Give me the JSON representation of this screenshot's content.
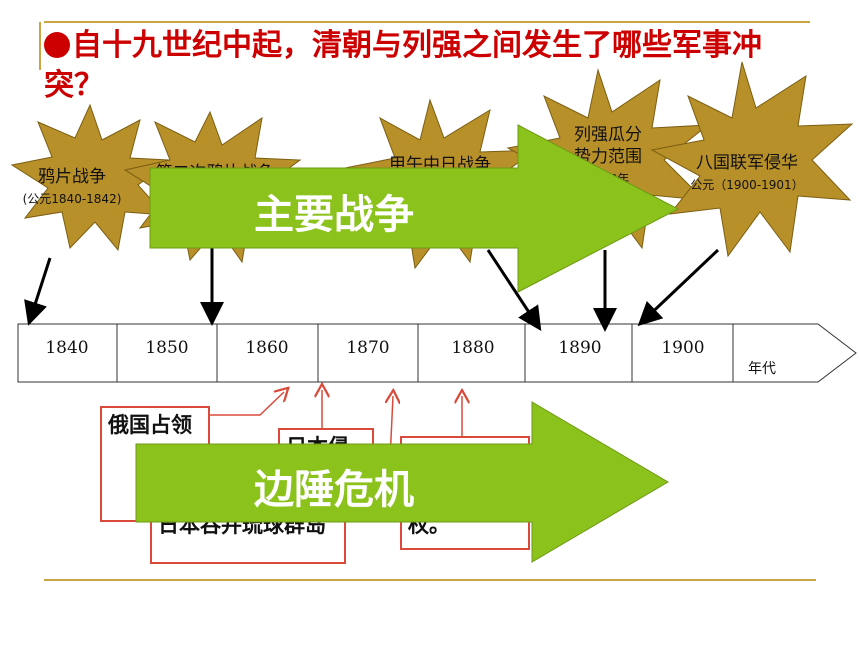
{
  "title": "●自十九世纪中起，清朝与列强之间发生了哪些军事冲突？",
  "stars": [
    {
      "line1": "鸦片战争",
      "line2": "(公元1840-1842)"
    },
    {
      "line1": "第二次鸦片战争",
      "line2": ""
    },
    {
      "line1": "甲午中日战争",
      "line2": ""
    },
    {
      "line1": "列强瓜分",
      "line2": "势力范围",
      "line3": "1898年"
    },
    {
      "line1": "八国联军侵华",
      "line2": "公元（1900-1901）"
    }
  ],
  "timeline": {
    "years": [
      "1840",
      "1850",
      "1860",
      "1870",
      "1880",
      "1890",
      "1900"
    ],
    "unit": "年代"
  },
  "arrows": {
    "main_wars": "主要战争",
    "border_crisis": "边陲危机"
  },
  "boxes": {
    "russia": "俄国占领",
    "japan_top": "日本侵",
    "japan_bottom": "日本吞并琉球群岛",
    "right_box": "权。"
  },
  "colors": {
    "title": "#cc0000",
    "star_fill": "#b8902a",
    "arrow_fill": "#8bc21c",
    "box_border": "#d94a3a",
    "rule": "#c9a640"
  }
}
